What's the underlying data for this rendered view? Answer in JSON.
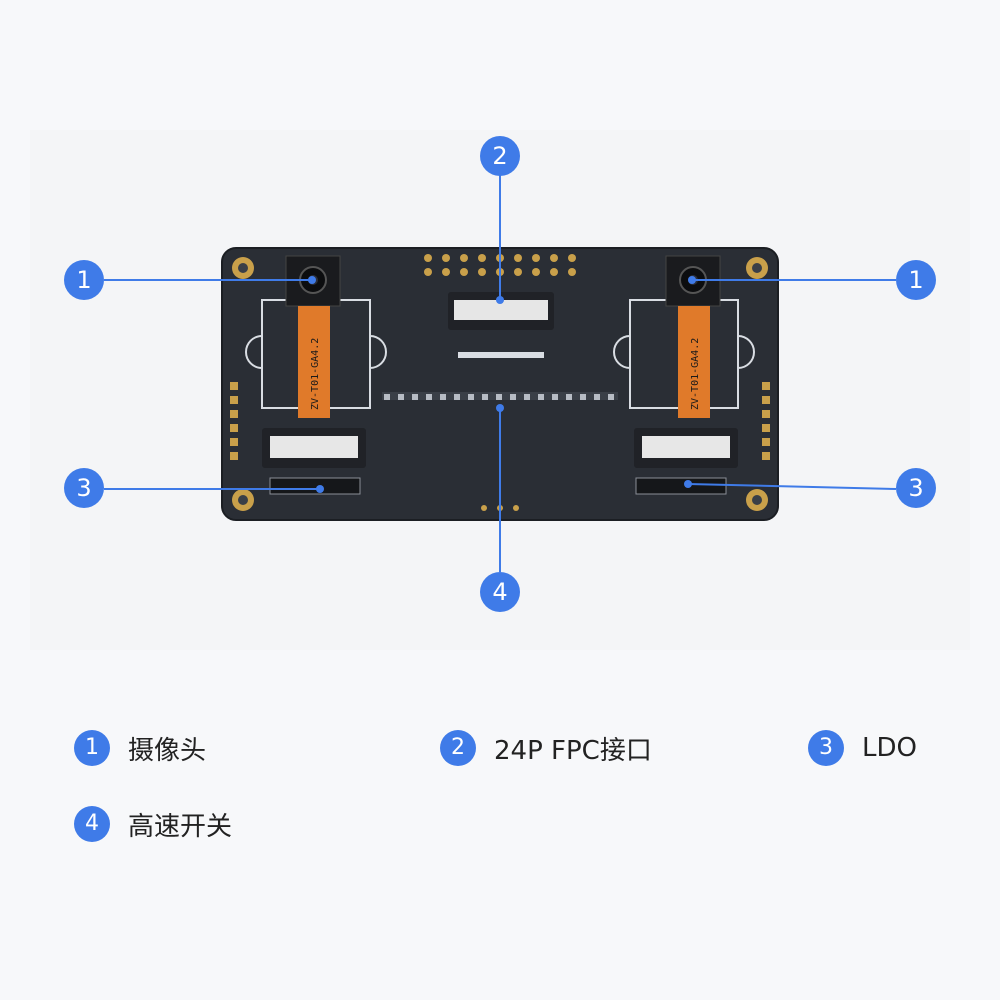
{
  "colors": {
    "accent": "#3f7be8",
    "board": "#2a2e35",
    "flex_cable": "#e07a2a",
    "gold": "#c9a04a"
  },
  "board": {
    "flex_label_left": "ZV-T01-GA4.2",
    "flex_label_right": "ZV-T01-GA4.2"
  },
  "callouts": [
    {
      "num": "1",
      "side": "left"
    },
    {
      "num": "1",
      "side": "right"
    },
    {
      "num": "2",
      "side": "top"
    },
    {
      "num": "3",
      "side": "left"
    },
    {
      "num": "3",
      "side": "right"
    },
    {
      "num": "4",
      "side": "bottom"
    }
  ],
  "legend": [
    {
      "num": "1",
      "label": "摄像头"
    },
    {
      "num": "2",
      "label": "24P FPC接口"
    },
    {
      "num": "3",
      "label": "LDO"
    },
    {
      "num": "4",
      "label": "高速开关"
    }
  ]
}
